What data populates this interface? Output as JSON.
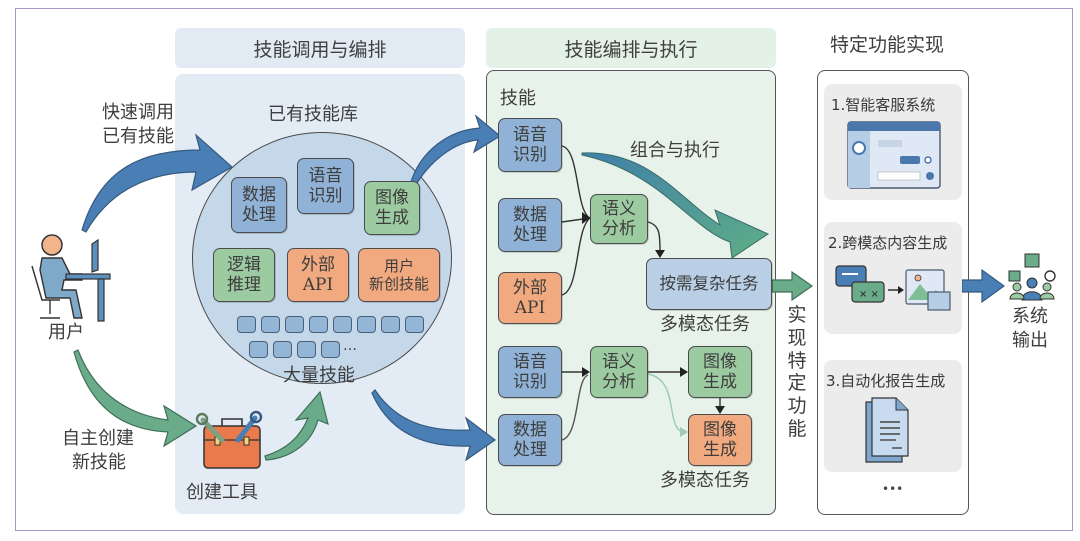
{
  "sections": {
    "orchestration_header": "技能调用与编排",
    "execution_header": "技能编排与执行",
    "function_header": "特定功能实现"
  },
  "user": {
    "label": "用户",
    "invoke_label_line1": "快速调用",
    "invoke_label_line2": "已有技能",
    "create_label_line1": "自主创建",
    "create_label_line2": "新技能"
  },
  "library": {
    "title": "已有技能库",
    "skills": [
      {
        "label": "数据\n处理",
        "color": "blue"
      },
      {
        "label": "语音\n识别",
        "color": "blue"
      },
      {
        "label": "图像\n生成",
        "color": "green"
      },
      {
        "label": "逻辑\n推理",
        "color": "green"
      },
      {
        "label": "外部\nAPI",
        "color": "orange"
      },
      {
        "label": "用户\n新创技能",
        "color": "orange"
      }
    ],
    "ellipsis": "…",
    "many_skills_label": "大量技能"
  },
  "tool": {
    "label": "创建工具"
  },
  "execution": {
    "skills_label": "技能",
    "combine_label": "组合与执行",
    "flow1": {
      "inputs": [
        "语音\n识别",
        "数据\n处理",
        "外部\nAPI"
      ],
      "middle": "语义\n分析",
      "output": "按需复杂任务",
      "caption": "多模态任务"
    },
    "flow2": {
      "inputs": [
        "语音\n识别",
        "数据\n处理"
      ],
      "middle": "语义\n分析",
      "output_a": "图像\n生成",
      "output_b": "图像\n生成",
      "caption": "多模态任务"
    }
  },
  "realize_label": [
    "实",
    "现",
    "特",
    "定",
    "功",
    "能"
  ],
  "functions": {
    "items": [
      {
        "title": "1.智能客服系统",
        "icon": "chat-window-icon"
      },
      {
        "title": "2.跨模态内容生成",
        "icon": "text-to-image-icon"
      },
      {
        "title": "3.自动化报告生成",
        "icon": "report-document-icon"
      }
    ],
    "more": "•••"
  },
  "output": {
    "line1": "系统",
    "line2": "输出"
  },
  "colors": {
    "frame": "#a996c6",
    "blue_skill": "#8fb2d6",
    "green_skill": "#9ccaa1",
    "orange_skill": "#f1a97f",
    "blue_arrow": "#4a7fb5",
    "green_arrow": "#6aab8a",
    "left_panel": "#e3ecf5",
    "middle_panel": "#e7f3ea"
  }
}
